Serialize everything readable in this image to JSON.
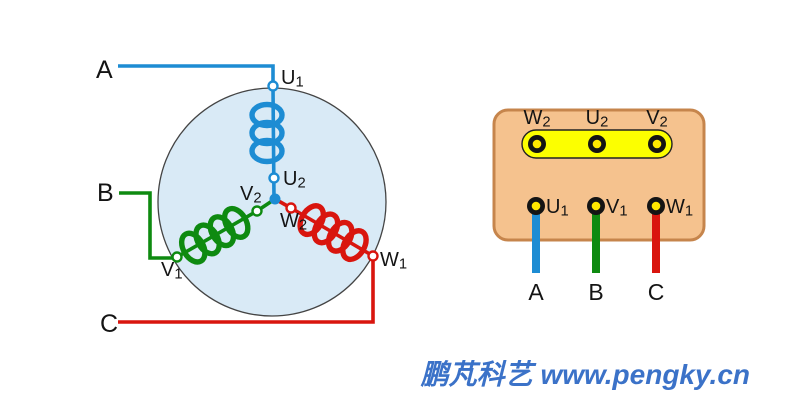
{
  "colors": {
    "blue": "#1D8CD3",
    "green": "#0E8A10",
    "red": "#D9150E",
    "stator_fill": "#D9EAF6",
    "outline": "#444444",
    "box_fill": "#F5C28E",
    "box_border": "#C6854C",
    "link_bar": "#FCFF00",
    "terminal_dark": "#141414",
    "terminal_center": "#FFE800",
    "watermark": "#3B72C8",
    "text": "#141414"
  },
  "star_diagram": {
    "phase_labels": {
      "a": "A",
      "b": "B",
      "c": "C"
    },
    "terminals": {
      "u1": {
        "base": "U",
        "sub": "1"
      },
      "u2": {
        "base": "U",
        "sub": "2"
      },
      "v1": {
        "base": "V",
        "sub": "1"
      },
      "v2": {
        "base": "V",
        "sub": "2"
      },
      "w1": {
        "base": "W",
        "sub": "1"
      },
      "w2": {
        "base": "W",
        "sub": "2"
      }
    }
  },
  "terminal_box": {
    "top_row": [
      {
        "base": "W",
        "sub": "2"
      },
      {
        "base": "U",
        "sub": "2"
      },
      {
        "base": "V",
        "sub": "2"
      }
    ],
    "bottom_row": [
      {
        "base": "U",
        "sub": "1"
      },
      {
        "base": "V",
        "sub": "1"
      },
      {
        "base": "W",
        "sub": "1"
      }
    ],
    "lead_labels": [
      "A",
      "B",
      "C"
    ]
  },
  "watermark": {
    "brand": "鹏芃科艺",
    "url": "www.pengky.cn"
  }
}
